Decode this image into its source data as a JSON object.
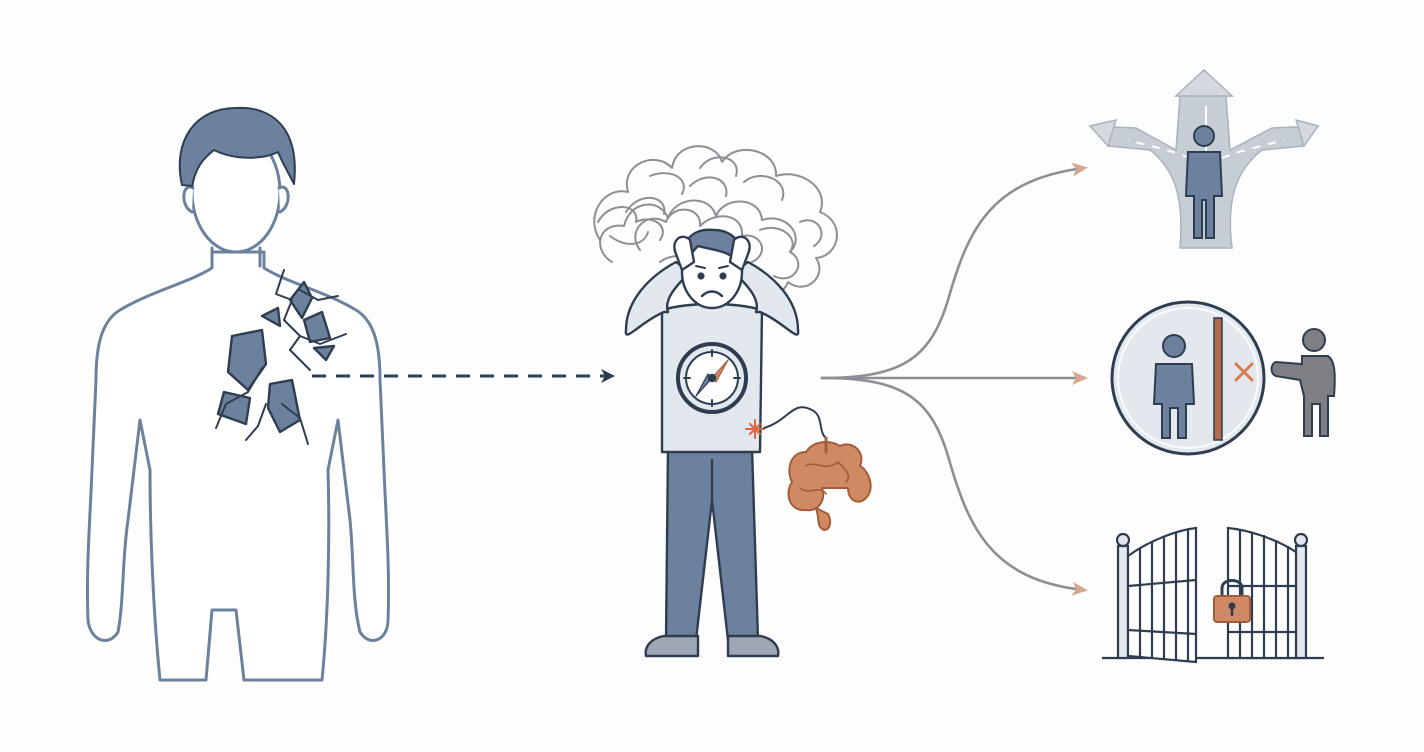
{
  "colors": {
    "background": "#fdfdfd",
    "outline": "#2f3d51",
    "figure_fill": "#6c819d",
    "shirt": "#e3e8ee",
    "skin": "#ffffff",
    "connector": "#8c8f93",
    "dashed_arrow": "#2f3d51",
    "arrowhead_accent": "#d7a58b",
    "gut": "#cf8a63",
    "gut_dark": "#a35c3a",
    "road": "#c7cdd4",
    "bar": "#b26b4e",
    "x_mark": "#d97a52",
    "lock": "#cf8a63",
    "spark": "#e0643c",
    "scribble": "#8c8f93",
    "shadow_figure": "#7d7f82"
  },
  "icons": {
    "source": "heartbroken-man-icon",
    "center": "overwhelmed-person-icon",
    "mind": "tangled-thoughts-icon",
    "compass": "compass-icon",
    "gut": "intestines-icon",
    "out_top": "crossroads-icon",
    "out_middle": "boundary-icon",
    "out_bottom": "locked-gate-icon"
  },
  "flow": {
    "source_to_center": "dashed-arrow",
    "center_to_outcomes": "branching-arrows",
    "branch_count": 3
  }
}
